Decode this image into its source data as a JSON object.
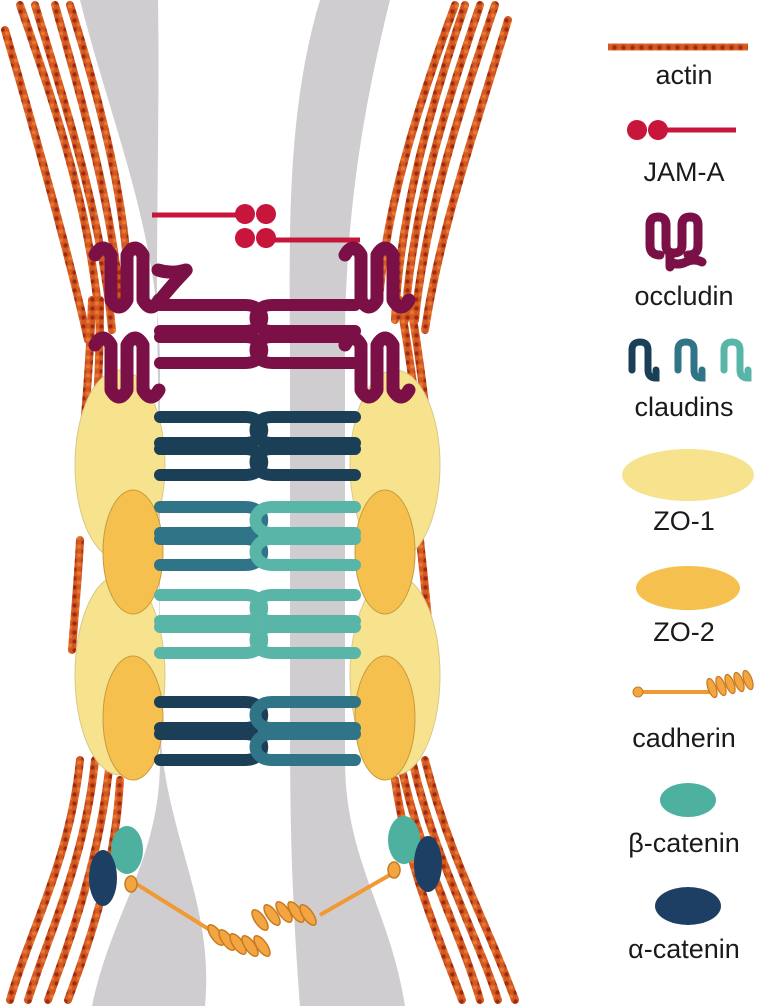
{
  "legend": {
    "actin": "actin",
    "jam_a": "JAM-A",
    "occludin": "occludin",
    "claudins": "claudins",
    "zo1": "ZO-1",
    "zo2": "ZO-2",
    "cadherin": "cadherin",
    "beta_catenin": "β-catenin",
    "alpha_catenin": "α-catenin"
  },
  "colors": {
    "membrane": "#cfcdcf",
    "actin": "#c8501c",
    "actin_dark": "#8e2410",
    "jam_a": "#c8153b",
    "occludin": "#7b1046",
    "claudin_dark": "#1b3f57",
    "claudin_mid": "#2f7487",
    "claudin_light": "#58b5a8",
    "zo1": "#f7e38e",
    "zo2": "#f6c04f",
    "cadherin": "#ef9a35",
    "beta_catenin": "#4eb09f",
    "alpha_catenin": "#1d3f64"
  }
}
